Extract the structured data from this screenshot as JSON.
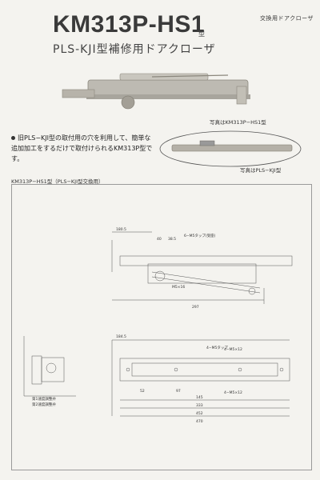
{
  "header": {
    "tag": "交換用ドアクローザ",
    "model": "KM313P-HS1",
    "model_suffix": "型",
    "subtitle": "PLS-KJⅠ型補修用ドアクローザ"
  },
  "photos": {
    "caption_main": "写真はKM313P−HS1型",
    "caption_old": "写真はPLS−KJⅠ型"
  },
  "description": {
    "bullet": "旧PLS−KJⅠ型の取付用の穴を利用して、簡単な追加加工をするだけで取付けられるKM313P型です。"
  },
  "drawing": {
    "title": "KM313P−HS1型（PLS−KJⅠ型交換用）",
    "annotations": {
      "a1": "6−M5タップ(受座)",
      "a2": "4−M5タップ",
      "a3": "M5×16",
      "a4": "第1速度調整弁",
      "a5": "第2速度調整弁",
      "a6": "4−M5×12",
      "a7": "4−M5×12"
    },
    "dims": {
      "d1": "180.5",
      "d2": "40",
      "d3": "38.5",
      "d4": "297",
      "d5": "184.5",
      "d6": "52",
      "d7": "97",
      "d8": "145",
      "d9": "333",
      "d10": "452",
      "d11": "470"
    }
  }
}
